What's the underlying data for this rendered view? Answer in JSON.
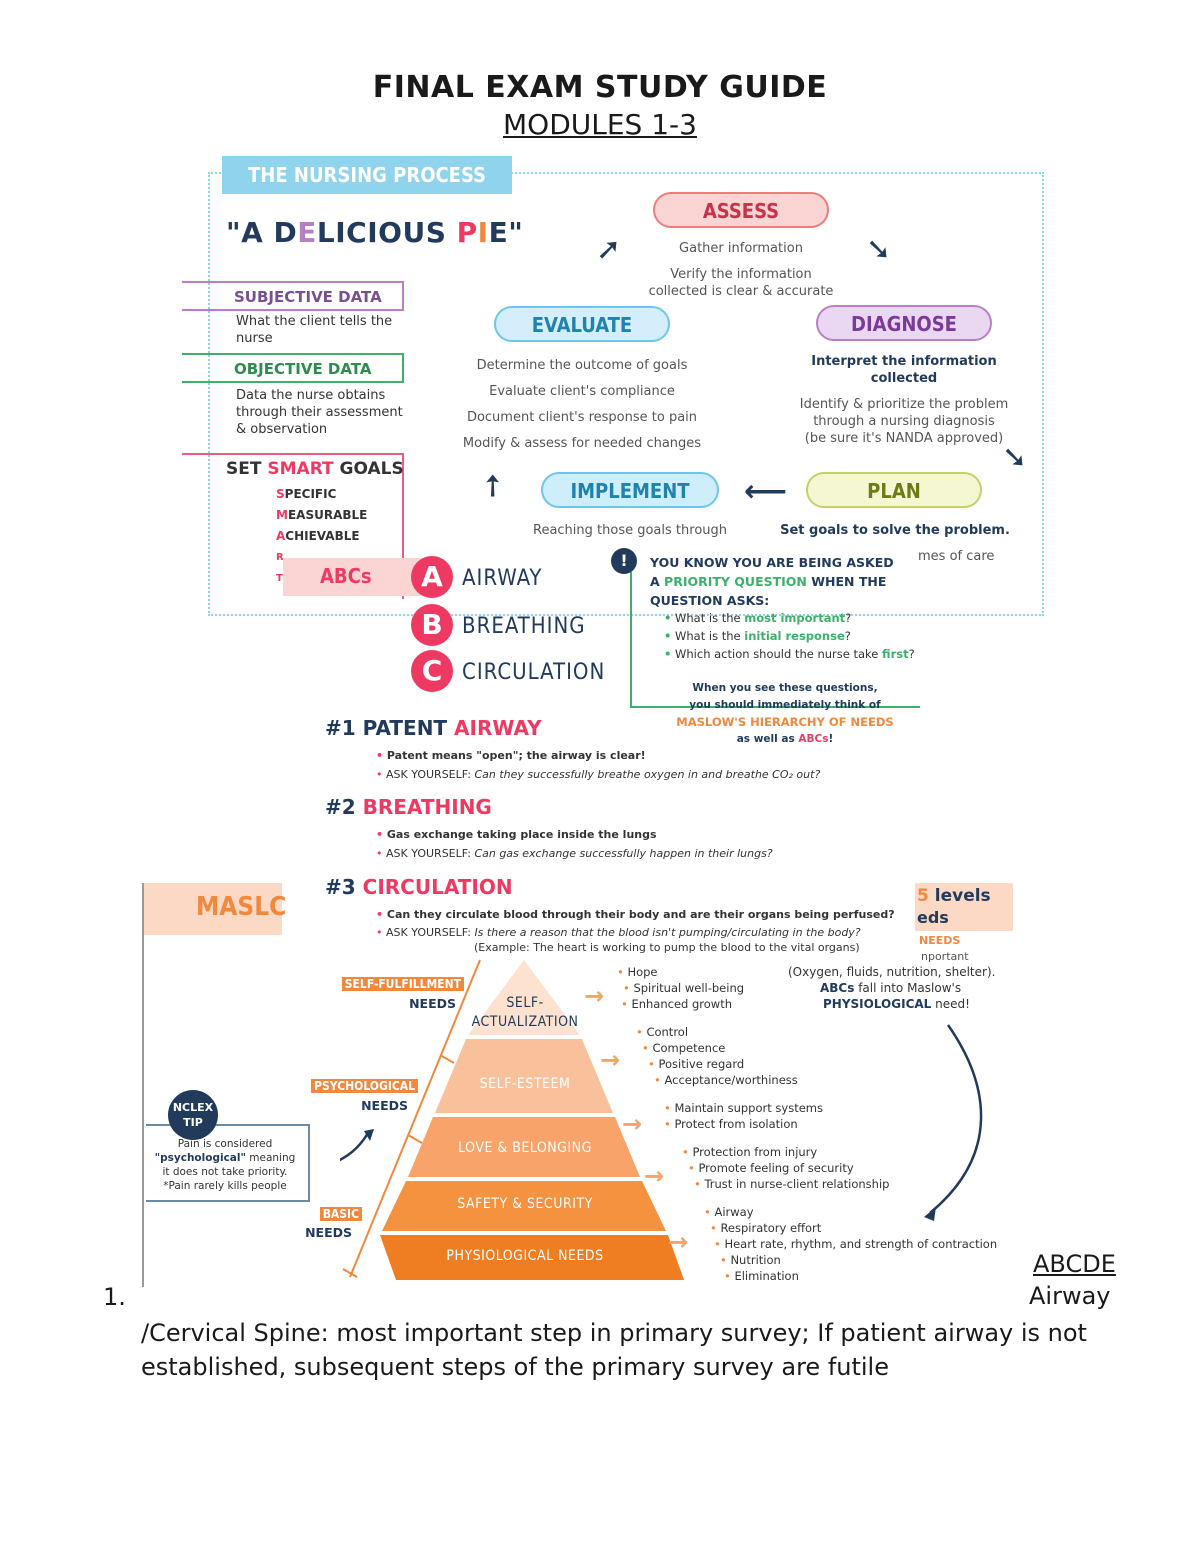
{
  "header": {
    "title": "FINAL EXAM STUDY GUIDE",
    "subtitle": "MODULES 1-3"
  },
  "nursing_process": {
    "banner": "THE NURSING PROCESS",
    "motto": "\"A DELICIOUS PIE\"",
    "subjective": {
      "title": "SUBJECTIVE DATA",
      "text": "What the client tells the nurse"
    },
    "objective": {
      "title": "OBJECTIVE DATA",
      "text": "Data the nurse obtains through their assessment & observation"
    },
    "smart": {
      "title_pre": "SET ",
      "title_hl": "SMART",
      "title_post": " GOALS",
      "items": [
        {
          "letter": "S",
          "rest": "PECIFIC"
        },
        {
          "letter": "M",
          "rest": "EASURABLE"
        },
        {
          "letter": "A",
          "rest": "CHIEVABLE"
        },
        {
          "letter": "R",
          "rest": ""
        },
        {
          "letter": "T",
          "rest": ""
        }
      ]
    },
    "assess": {
      "label": "ASSESS",
      "lines": [
        "Gather information",
        "Verify the information",
        "collected is clear & accurate"
      ]
    },
    "diagnose": {
      "label": "DIAGNOSE",
      "head": "Interpret the information collected",
      "lines": [
        "Identify & prioritize the problem",
        "through a nursing diagnosis",
        "(be sure it's NANDA approved)"
      ]
    },
    "evaluate": {
      "label": "EVALUATE",
      "lines": [
        "Determine the outcome of goals",
        "Evaluate client's compliance",
        "Document client's response to pain",
        "Modify & assess for needed changes"
      ]
    },
    "implement": {
      "label": "IMPLEMENT",
      "line": "Reaching those goals through"
    },
    "plan": {
      "label": "PLAN",
      "head": "Set goals to solve the problem.",
      "line": "mes of care"
    },
    "arrows": {
      "up_right": "➚",
      "down_right": "➘",
      "left": "⟵",
      "up_left": "➚"
    }
  },
  "priority": {
    "badge": "!",
    "head_1": "YOU KNOW YOU ARE BEING ASKED",
    "head_2_pre": "A ",
    "head_2_hl": "PRIORITY QUESTION",
    "head_2_post": " WHEN THE",
    "head_3": "QUESTION ASKS:",
    "items": [
      {
        "pre": "What is the ",
        "hl": "most important",
        "post": "?"
      },
      {
        "pre": "What is the ",
        "hl": "initial response",
        "post": "?"
      },
      {
        "pre": "Which action should the nurse take ",
        "hl": "first",
        "post": "?"
      }
    ],
    "foot_1": "When you see these questions,",
    "foot_2": "you should immediately think of",
    "foot_3": "MASLOW'S HIERARCHY OF NEEDS",
    "foot_4_pre": "as well as ",
    "foot_4_hl": "ABCs",
    "foot_4_post": "!"
  },
  "abcs": {
    "label": "ABCs",
    "items": [
      {
        "letter": "A",
        "word": "AIRWAY"
      },
      {
        "letter": "B",
        "word": "BREATHING"
      },
      {
        "letter": "C",
        "word": "CIRCULATION"
      }
    ]
  },
  "numbered": [
    {
      "num": "#1 ",
      "pre": "PATENT ",
      "hl": "AIRWAY",
      "b1": "Patent means \"open\"; the airway is clear!",
      "b2_pre": "ASK YOURSELF: ",
      "b2": "Can they successfully breathe oxygen in and breathe CO₂ out?"
    },
    {
      "num": "#2 ",
      "pre": "",
      "hl": "BREATHING",
      "b1": "Gas exchange taking place inside the lungs",
      "b2_pre": "ASK YOURSELF: ",
      "b2": "Can gas exchange successfully happen in their lungs?"
    },
    {
      "num": "#3 ",
      "pre": "",
      "hl": "CIRCULATION",
      "b1": "Can they circulate blood through their body and are their organs being perfused?",
      "b2_pre": "ASK YOURSELF: ",
      "b2": "Is there a reason that the blood isn't pumping/circulating in the body?"
    }
  ],
  "maslow": {
    "label": "MASLC",
    "example": "(Example: The heart is working to pump the blood to the vital organs)",
    "right_5": "5",
    "right_levels": " levels",
    "right_eds": "eds",
    "right_needs": "NEEDS",
    "right_imp": "nportant",
    "right_oxy": "(Oxygen, fluids, nutrition, shelter).",
    "right_abcs_b": "ABCs",
    "right_abcs": " fall into Maslow's",
    "right_phys_b": "PHYSIOLOGICAL",
    "right_phys": " need!",
    "groups": [
      {
        "tag": "SELF-FULFILLMENT",
        "needs": "NEEDS"
      },
      {
        "tag": "PSYCHOLOGICAL",
        "needs": "NEEDS"
      },
      {
        "tag": "BASIC",
        "needs": "NEEDS"
      }
    ],
    "levels": [
      "SELF-",
      "ACTUALIZATION",
      "SELF-ESTEEM",
      "LOVE & BELONGING",
      "SAFETY & SECURITY",
      "PHYSIOLOGICAL NEEDS"
    ],
    "bullets": {
      "self_actualization": [
        "Hope",
        "Spiritual well-being",
        "Enhanced growth"
      ],
      "self_esteem": [
        "Control",
        "Competence",
        "Positive regard",
        "Acceptance/worthiness"
      ],
      "love": [
        "Maintain support systems",
        "Protect from isolation"
      ],
      "safety": [
        "Protection from injury",
        "Promote feeling of security",
        "Trust in nurse-client relationship"
      ],
      "physiological": [
        "Airway",
        "Respiratory effort",
        "Heart rate, rhythm, and strength of contraction",
        "Nutrition",
        "Elimination"
      ]
    },
    "nclex": {
      "badge_1": "NCLEX",
      "badge_2": "TIP",
      "t1": "Pain is considered",
      "t2_b": "\"psychological\"",
      "t2": " meaning",
      "t3": "it does not take priority.",
      "t4": "*Pain rarely kills people"
    },
    "colors": {
      "orange": "#f0883e",
      "light_orange": "#f7b48a",
      "navy": "#223b5c"
    }
  },
  "body": {
    "list_num": "1.",
    "abcde": "ABCDE",
    "airway": "Airway",
    "paragraph": "/Cervical Spine: most important step in primary survey; If patient airway is not established, subsequent steps of  the primary survey are futile"
  }
}
